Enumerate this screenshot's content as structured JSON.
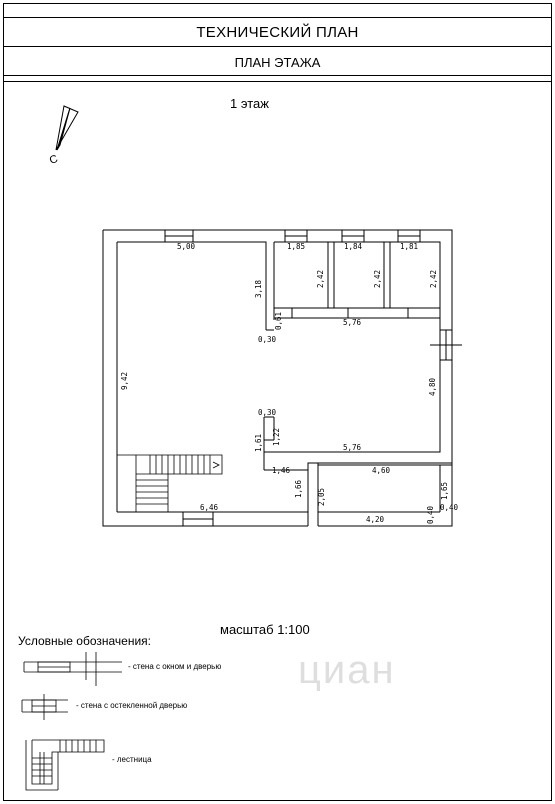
{
  "header": {
    "title": "ТЕХНИЧЕСКИЙ ПЛАН",
    "subtitle": "ПЛАН ЭТАЖА"
  },
  "floor_label": "1 этаж",
  "compass_label": "С",
  "scale_label": "масштаб 1:100",
  "legend": {
    "title": "Условные обозначения:",
    "items": [
      {
        "label": "- стена с окном и дверью"
      },
      {
        "label": "- стена с остекленной дверью"
      },
      {
        "label": "- лестница"
      }
    ]
  },
  "dimensions": {
    "top_left_room_width": "5,00",
    "room1_width": "1,85",
    "room2_width": "1,84",
    "room3_width": "1,81",
    "small_rooms_depth_1": "2,42",
    "small_rooms_depth_2": "2,42",
    "small_rooms_depth_3": "2,42",
    "partition_length": "3,18",
    "corridor_width_top": "5,76",
    "short_wall": "0,61",
    "offset_top": "0,30",
    "left_height": "9,42",
    "right_height": "4,80",
    "offset_mid": "0,30",
    "wall_a": "1,61",
    "wall_b": "1,22",
    "corridor_width_bottom": "5,76",
    "step_a": "1,46",
    "step_b": "4,60",
    "wall_c": "1,66",
    "wall_d": "2,05",
    "wall_e": "1,65",
    "bottom_left_width": "6,46",
    "bottom_right_width": "4,20",
    "corner_a": "0,40",
    "corner_b": "0,40"
  },
  "watermark": "циан"
}
